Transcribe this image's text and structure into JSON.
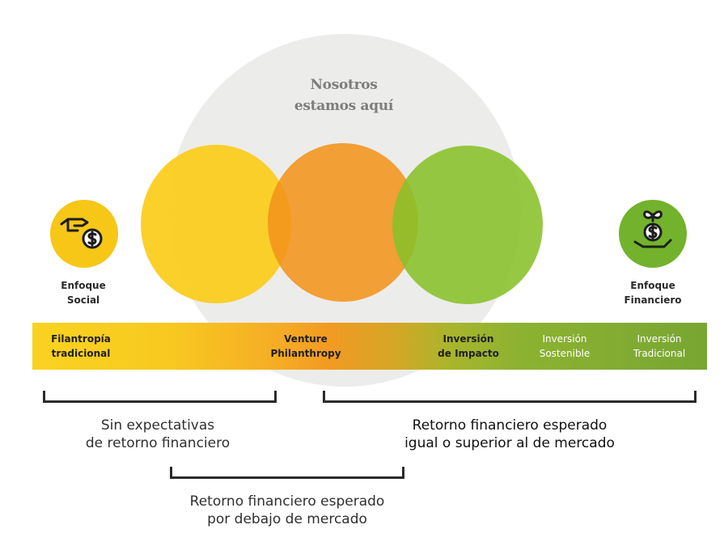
{
  "headline": {
    "line1": "Nosotros",
    "line2": "estamos aquí"
  },
  "colors": {
    "yellow": "#fbcd1f",
    "orange": "#f3941b",
    "green": "#89c029",
    "gray_circle": "#ececeb"
  },
  "left_icon": {
    "icon": "hand-dollar-coin-icon",
    "label_line1": "Enfoque",
    "label_line2": "Social"
  },
  "right_icon": {
    "icon": "hand-plant-coin-icon",
    "label_line1": "Enfoque",
    "label_line2": "Financiero"
  },
  "band": {
    "items": [
      {
        "line1": "Filantropía",
        "line2": "tradicional"
      },
      {
        "line1": "Venture",
        "line2": "Philanthropy"
      },
      {
        "line1": "Inversión",
        "line2": "de Impacto"
      },
      {
        "line1": "Inversión",
        "line2": "Sostenible"
      },
      {
        "line1": "Inversión",
        "line2": "Tradicional"
      }
    ]
  },
  "notes": {
    "left": {
      "line1": "Sin expectativas",
      "line2": "de retorno financiero"
    },
    "right": {
      "line1": "Retorno financiero esperado",
      "line2": "igual o superior al de mercado"
    },
    "bottom": {
      "line1": "Retorno financiero esperado",
      "line2": "por debajo de mercado"
    }
  }
}
